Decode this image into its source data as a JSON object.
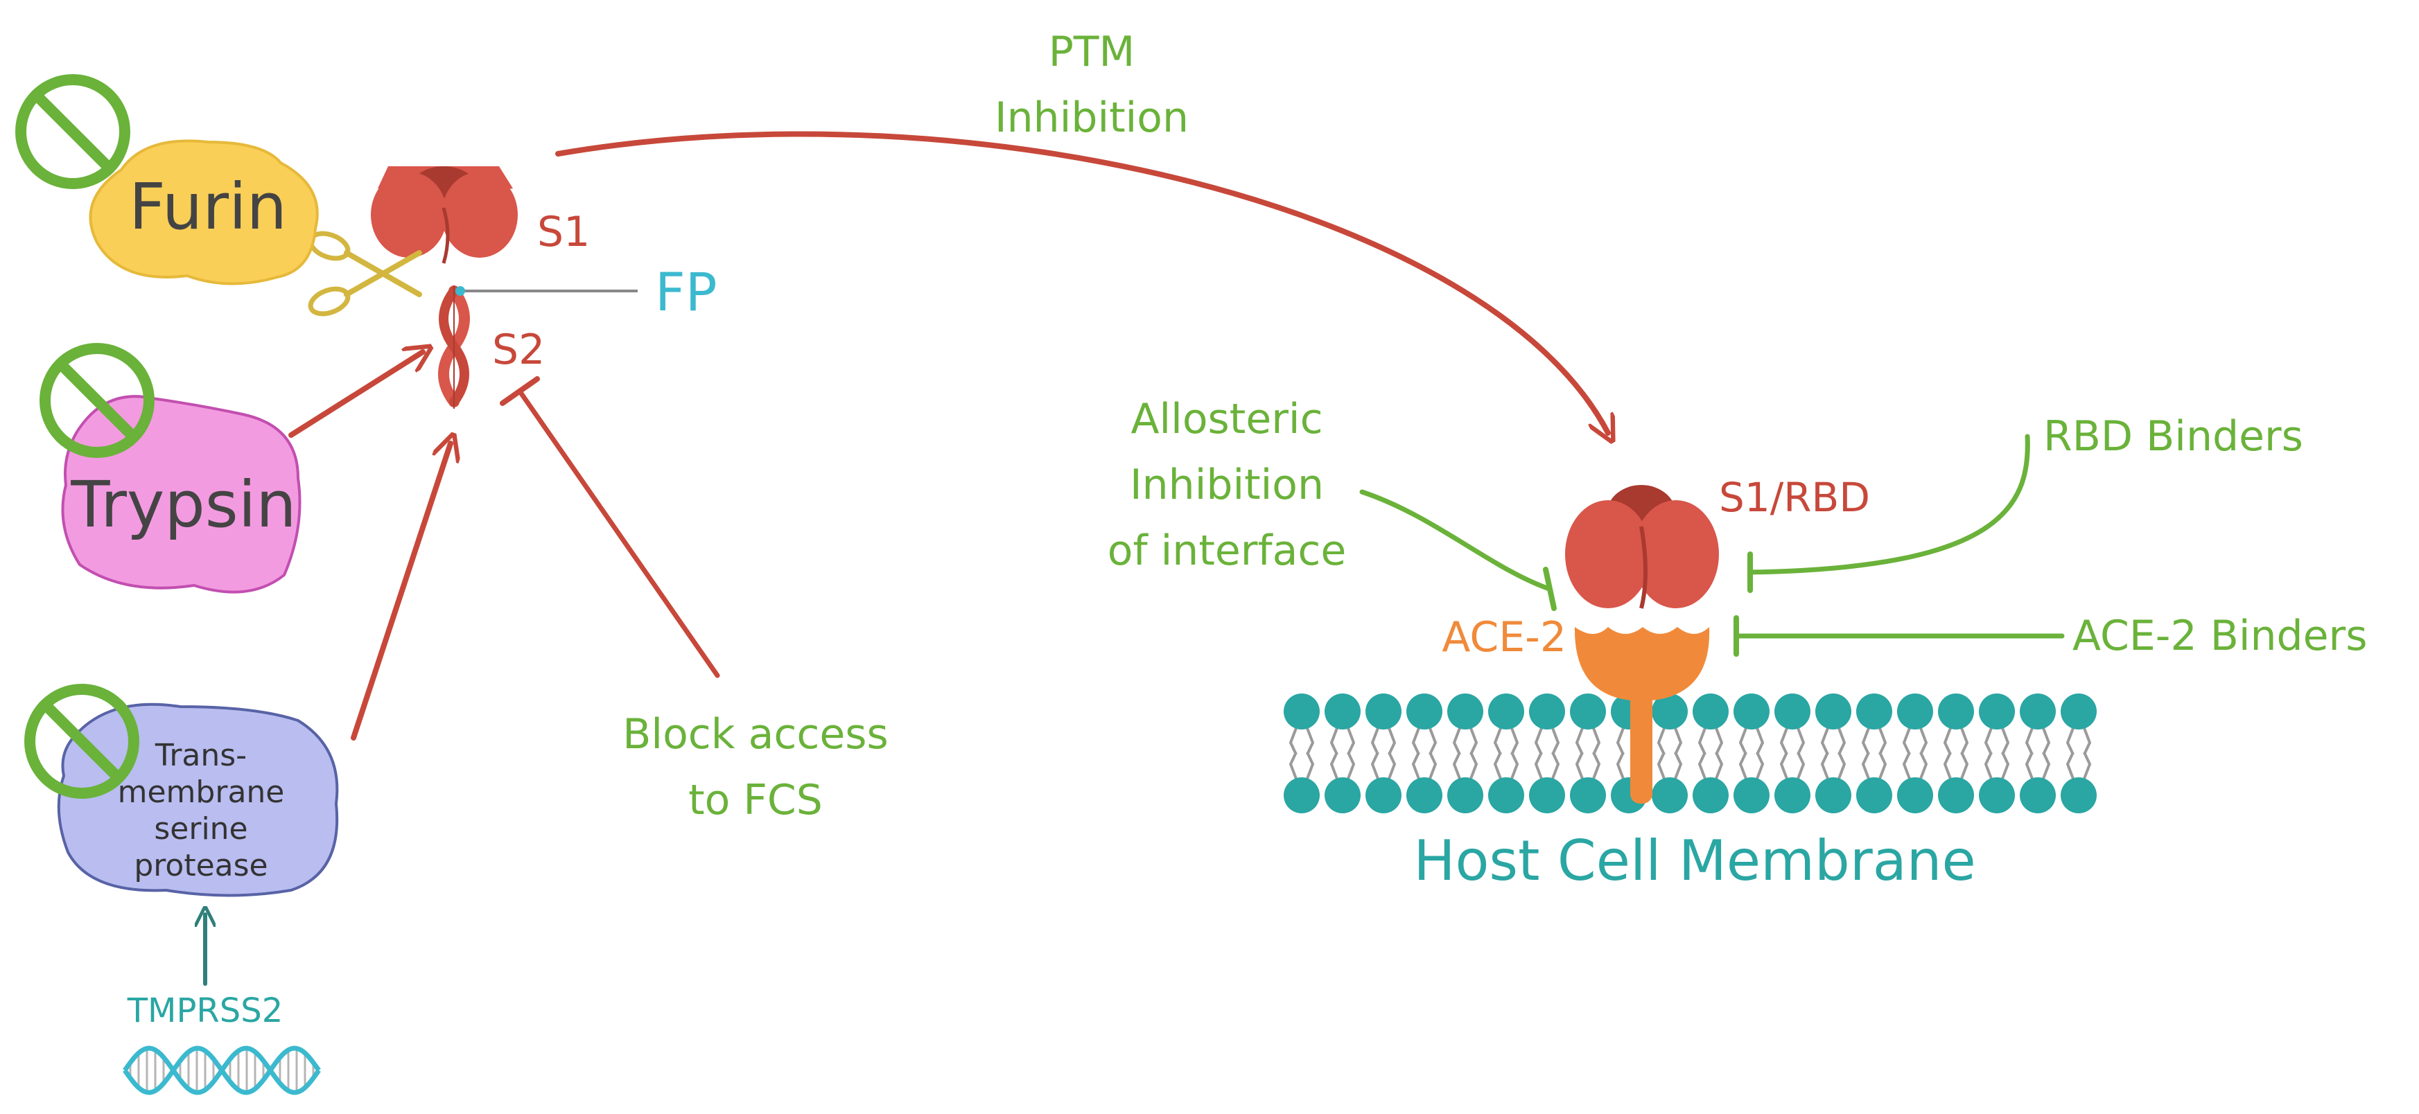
{
  "colors": {
    "red": "#c7483a",
    "spike": "#d9564a",
    "spike_dark": "#a93a30",
    "green": "#6ab23a",
    "teal": "#2aa6a3",
    "cyan": "#3bb9cf",
    "orange": "#f08a3a",
    "furin_fill": "#f9cf57",
    "trypsin_fill": "#f39be0",
    "tmprss_fill": "#b9bdf0",
    "dark_text": "#444444"
  },
  "labels": {
    "furin": "Furin",
    "trypsin": "Trypsin",
    "tmprss_line1": "Trans-",
    "tmprss_line2": "membrane",
    "tmprss_line3": "serine",
    "tmprss_line4": "protease",
    "tmprss2": "TMPRSS2",
    "s1": "S1",
    "s2": "S2",
    "fp": "FP",
    "ptm_line1": "PTM",
    "ptm_line2": "Inhibition",
    "block_line1": "Block access",
    "block_line2": "to FCS",
    "allo_line1": "Allosteric",
    "allo_line2": "Inhibition",
    "allo_line3": "of interface",
    "s1rbd": "S1/RBD",
    "rbd_binders": "RBD Binders",
    "ace2": "ACE-2",
    "ace2_binders": "ACE-2 Binders",
    "membrane": "Host Cell Membrane"
  },
  "icons": {
    "inhibit": "no-entry-icon",
    "cleave": "scissors-icon",
    "gene": "dna-icon"
  }
}
